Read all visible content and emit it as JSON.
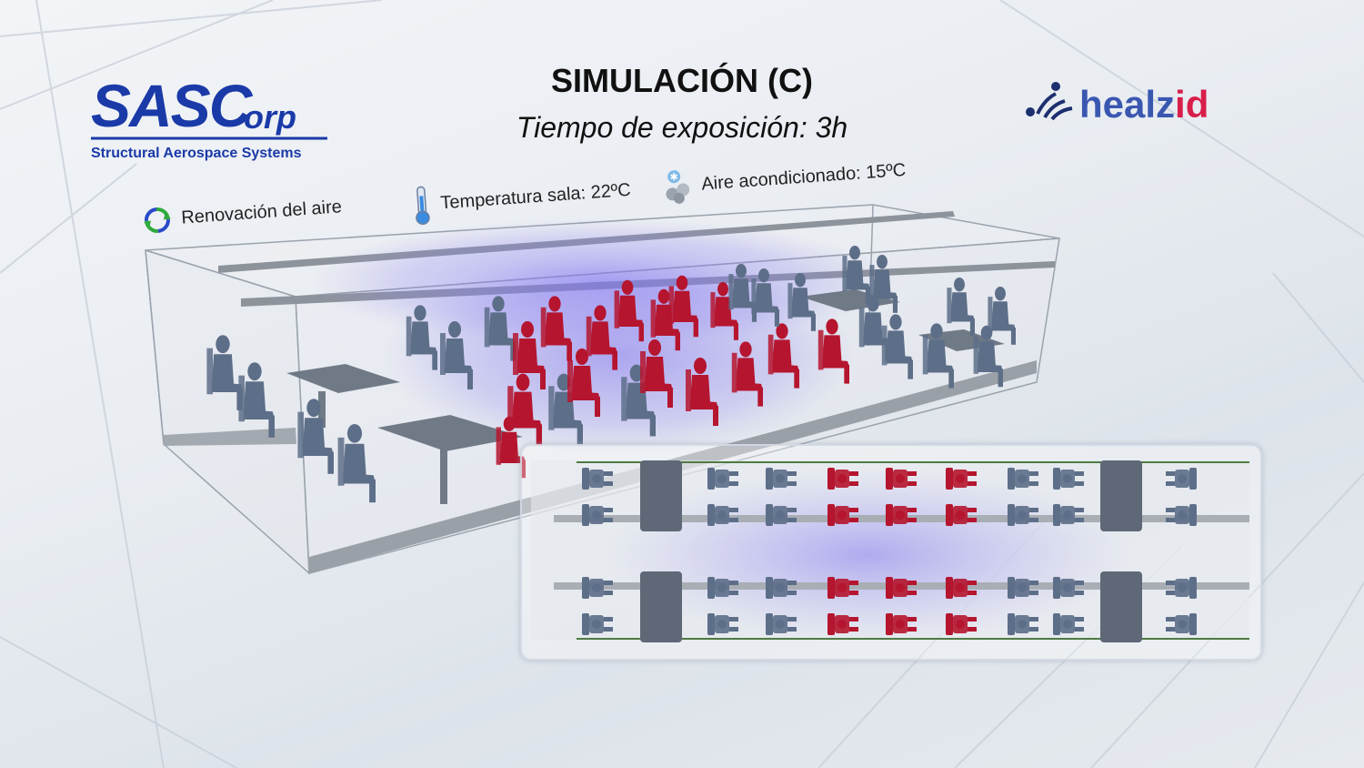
{
  "header": {
    "title": "SIMULACIÓN (C)",
    "subtitle": "Tiempo de exposición: 3h"
  },
  "logo_left": {
    "main_big": "SASC",
    "main_small": "orp",
    "tagline": "Structural Aerospace Systems"
  },
  "logo_right": {
    "text_a": "healz",
    "text_b": "id"
  },
  "labels": {
    "renovation": "Renovación del aire",
    "room_temp": "Temperatura sala: 22ºC",
    "air_conditioning": "Aire acondicionado: 15ºC"
  },
  "icons": {
    "renovation": "recycle-arrows-icon",
    "room_temp": "thermometer-icon",
    "air_conditioning": "air-conditioner-icon"
  },
  "colors": {
    "infected": "#b5152e",
    "healthy": "#5d6e88",
    "aerosol": "#8a7cf0",
    "brand_blue": "#1a3aa8",
    "brand_red": "#d81e4a"
  }
}
